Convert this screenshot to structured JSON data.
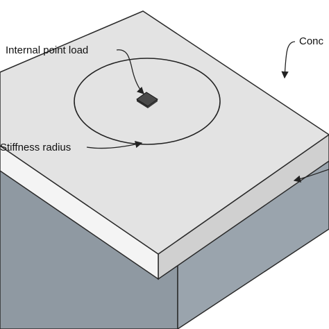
{
  "labels": {
    "internal_point_load": "Internal point load",
    "stiffness_radius": "Stiffness radius",
    "concrete_truncated": "Conc"
  },
  "colors": {
    "slab_top": "#e2e2e2",
    "slab_front_face": "#f3f3f3",
    "slab_right_face": "#d2d2d2",
    "subgrade_face": "#909aa3",
    "load_plate": "#4a4a4a",
    "outline": "#222222"
  },
  "icons": {
    "load_plate": "square-plate"
  }
}
